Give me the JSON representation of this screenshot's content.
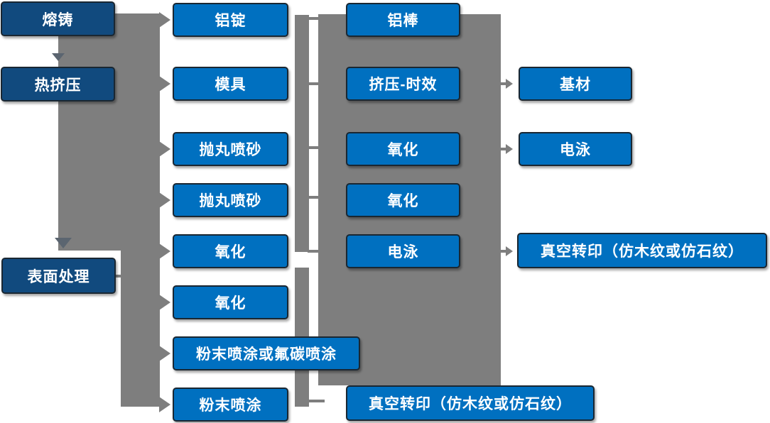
{
  "diagram": {
    "description": "Aluminum profile production process flowchart",
    "background": "#ffffff"
  },
  "colors": {
    "dark_blue_box": "#114a7e",
    "bright_blue_box": "#0070c0",
    "connector_gray": "#7e7e7e",
    "down_arrow_gray": "#5b6570",
    "box_border": "#1a2732",
    "text": "#ffffff"
  },
  "nodes": {
    "melting_casting": "熔铸",
    "hot_extrusion": "热挤压",
    "surface_treatment": "表面处理",
    "aluminum_ingot": "铝锭",
    "mold": "模具",
    "shot_blasting_1": "抛丸喷砂",
    "shot_blasting_2": "抛丸喷砂",
    "oxidation_mid_1": "氧化",
    "oxidation_mid_2": "氧化",
    "powder_or_fluorocarbon_coating": "粉末喷涂或氟碳喷涂",
    "powder_coating": "粉末喷涂",
    "aluminum_rod": "铝棒",
    "extrusion_aging": "挤压-时效",
    "oxidation_right_1": "氧化",
    "oxidation_right_2": "氧化",
    "electrophoresis_mid": "电泳",
    "vacuum_transfer_bottom": "真空转印（仿木纹或仿石纹）",
    "substrate": "基材",
    "electrophoresis_right": "电泳",
    "vacuum_transfer_right": "真空转印（仿木纹或仿石纹）"
  },
  "edges": [
    {
      "from": "熔铸",
      "to": "热挤压",
      "type": "down-arrow"
    },
    {
      "from": "热挤压",
      "to": "表面处理",
      "type": "down-arrow"
    },
    {
      "from": "left-process-bus",
      "to": "铝锭",
      "type": "right-arrow"
    },
    {
      "from": "left-process-bus",
      "to": "模具",
      "type": "right-arrow"
    },
    {
      "from": "left-process-bus",
      "to": "抛丸喷砂 (1)",
      "type": "right-arrow"
    },
    {
      "from": "left-process-bus",
      "to": "抛丸喷砂 (2)",
      "type": "right-arrow"
    },
    {
      "from": "left-process-bus",
      "to": "氧化 (1)",
      "type": "right-arrow"
    },
    {
      "from": "left-process-bus",
      "to": "氧化 (2)",
      "type": "right-arrow"
    },
    {
      "from": "left-process-bus",
      "to": "粉末喷涂或氟碳喷涂",
      "type": "right-arrow"
    },
    {
      "from": "left-process-bus",
      "to": "粉末喷涂",
      "type": "right-arrow"
    },
    {
      "from": "表面处理",
      "to": "left-process-bus",
      "type": "line"
    },
    {
      "from": "铝锭",
      "to": "铝棒 group band",
      "type": "line"
    },
    {
      "from": "模具",
      "to": "挤压-时效 group band",
      "type": "line"
    },
    {
      "from": "抛丸喷砂 (1)",
      "to": "氧化 group band",
      "type": "line"
    },
    {
      "from": "抛丸喷砂 (2)",
      "to": "氧化 group band",
      "type": "line"
    },
    {
      "from": "氧化 (1)",
      "to": "电泳 group band",
      "type": "line"
    },
    {
      "from": "粉末喷涂",
      "to": "真空转印（仿木纹或仿石纹）",
      "type": "line"
    },
    {
      "from": "挤压-时效",
      "to": "基材",
      "type": "right-arrow"
    },
    {
      "from": "氧化",
      "to": "电泳",
      "type": "right-arrow"
    },
    {
      "from": "电泳",
      "to": "真空转印（仿木纹或仿石纹）",
      "type": "right-arrow"
    }
  ]
}
